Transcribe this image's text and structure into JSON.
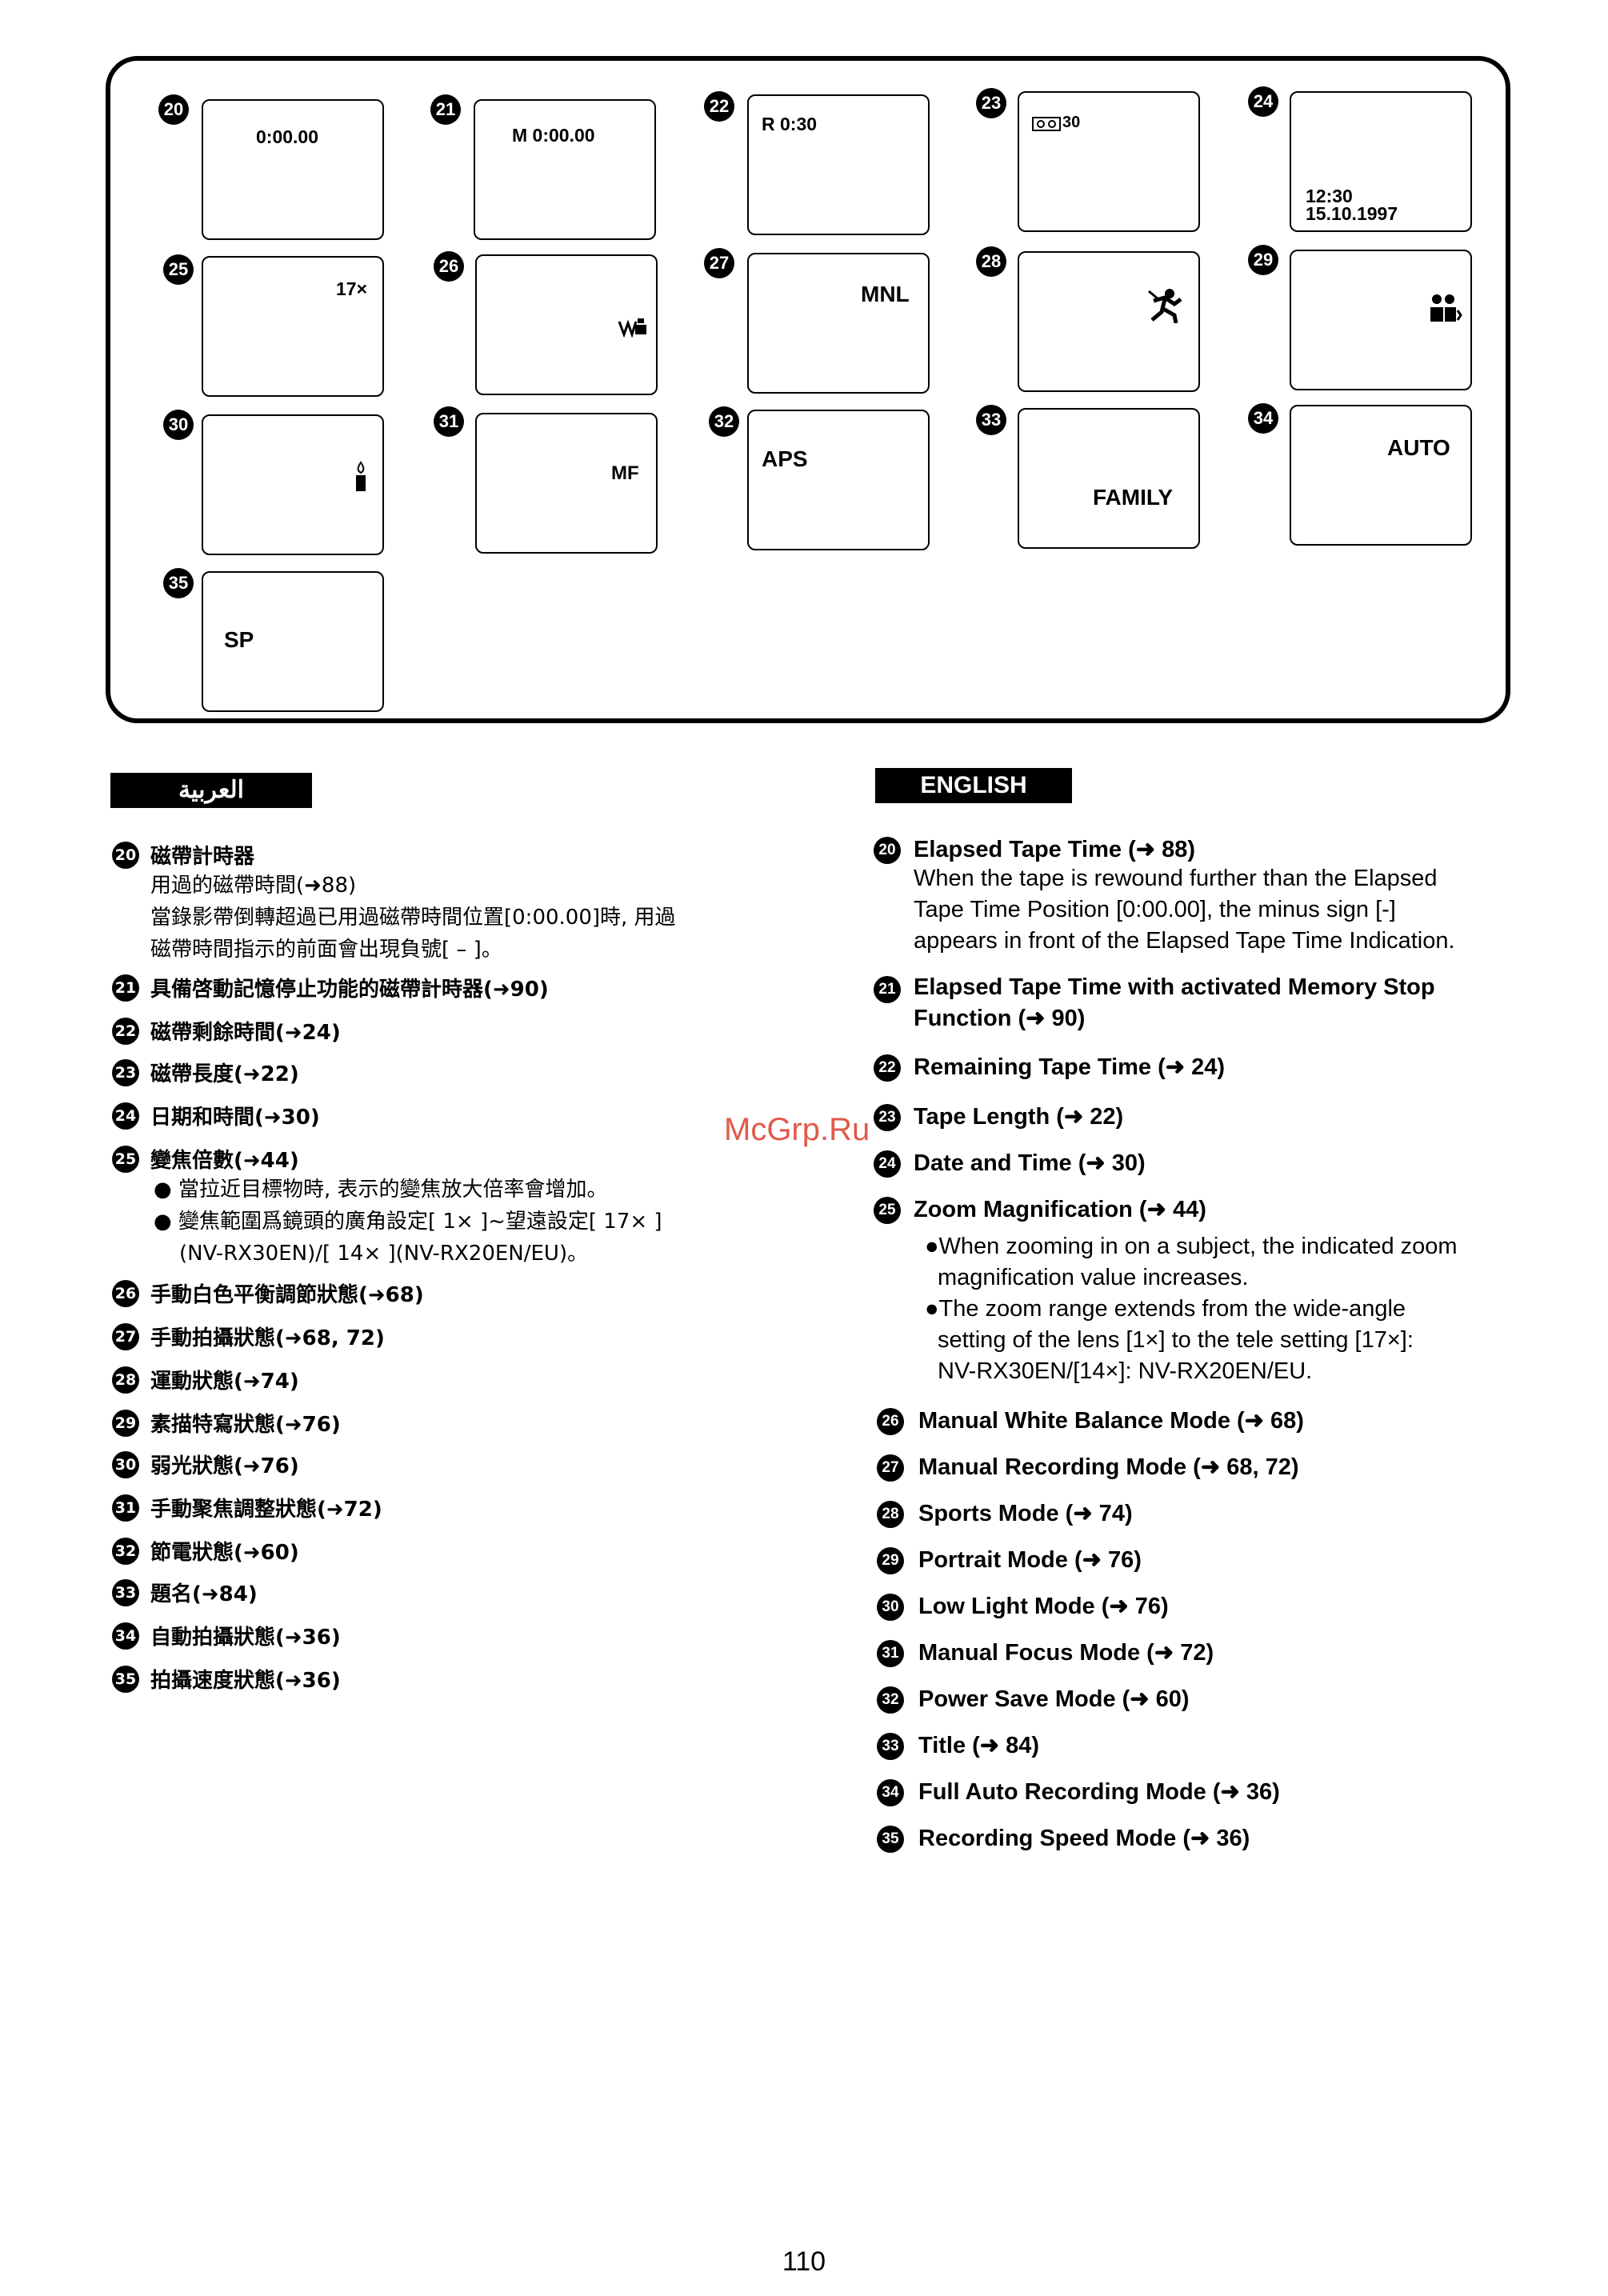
{
  "screens": [
    {
      "n": "20",
      "text": "0:00.00"
    },
    {
      "n": "21",
      "text": "M  0:00.00"
    },
    {
      "n": "22",
      "text": "R  0:30"
    },
    {
      "n": "23",
      "text": "30",
      "icon": "tape-icon"
    },
    {
      "n": "24",
      "time": "12:30",
      "date": "15.10.1997"
    },
    {
      "n": "25",
      "text": "17×"
    },
    {
      "n": "26",
      "icon": "white-balance-icon"
    },
    {
      "n": "27",
      "text": "MNL"
    },
    {
      "n": "28",
      "icon": "sports-mode-icon"
    },
    {
      "n": "29",
      "icon": "portrait-mode-icon"
    },
    {
      "n": "30",
      "icon": "low-light-icon"
    },
    {
      "n": "31",
      "text": "MF"
    },
    {
      "n": "32",
      "text": "APS"
    },
    {
      "n": "33",
      "text": "FAMILY"
    },
    {
      "n": "34",
      "text": "AUTO"
    },
    {
      "n": "35",
      "text": "SP"
    }
  ],
  "arabic_header": "العربية",
  "english_header": "ENGLISH",
  "zh": [
    {
      "n": "20",
      "title": "磁帶計時器",
      "lines": [
        "用過的磁帶時間(➜88)",
        "當錄影帶倒轉超過已用過磁帶時間位置[0:00.00]時, 用過",
        "磁帶時間指示的前面會出現負號[ – ]。"
      ]
    },
    {
      "n": "21",
      "title": "具備啓動記憶停止功能的磁帶計時器(➜90)"
    },
    {
      "n": "22",
      "title": "磁帶剩餘時間(➜24)"
    },
    {
      "n": "23",
      "title": "磁帶長度(➜22)"
    },
    {
      "n": "24",
      "title": "日期和時間(➜30)"
    },
    {
      "n": "25",
      "title": "變焦倍數(➜44)",
      "lines": [
        "● 當拉近目標物時, 表示的變焦放大倍率會增加。",
        "● 變焦範圍爲鏡頭的廣角設定[ 1× ]~望遠設定[ 17× ]",
        "(NV-RX30EN)/[ 14× ](NV-RX20EN/EU)。"
      ]
    },
    {
      "n": "26",
      "title": "手動白色平衡調節狀態(➜68)"
    },
    {
      "n": "27",
      "title": "手動拍攝狀態(➜68, 72)"
    },
    {
      "n": "28",
      "title": "運動狀態(➜74)"
    },
    {
      "n": "29",
      "title": "素描特寫狀態(➜76)"
    },
    {
      "n": "30",
      "title": "弱光狀態(➜76)"
    },
    {
      "n": "31",
      "title": "手動聚焦調整狀態(➜72)"
    },
    {
      "n": "32",
      "title": "節電狀態(➜60)"
    },
    {
      "n": "33",
      "title": "題名(➜84)"
    },
    {
      "n": "34",
      "title": "自動拍攝狀態(➜36)"
    },
    {
      "n": "35",
      "title": "拍攝速度狀態(➜36)"
    }
  ],
  "en": [
    {
      "n": "20",
      "title": "Elapsed Tape Time (➜ 88)",
      "lines": [
        "When the tape is rewound further than the Elapsed",
        "Tape Time Position [0:00.00], the minus sign [-]",
        "appears in front of the Elapsed Tape Time Indication."
      ]
    },
    {
      "n": "21",
      "title": "Elapsed Tape Time with activated Memory Stop",
      "title2": "Function (➜ 90)"
    },
    {
      "n": "22",
      "title": "Remaining Tape Time (➜ 24)"
    },
    {
      "n": "23",
      "title": "Tape Length (➜ 22)"
    },
    {
      "n": "24",
      "title": "Date and Time (➜ 30)"
    },
    {
      "n": "25",
      "title": "Zoom Magnification (➜ 44)",
      "lines": [
        "●When zooming in on a subject, the indicated zoom",
        "magnification value increases.",
        "●The zoom range extends from the wide-angle",
        "setting of the lens [1×] to the tele setting [17×]:",
        "NV-RX30EN/[14×]: NV-RX20EN/EU."
      ]
    },
    {
      "n": "26",
      "title": "Manual White Balance Mode (➜ 68)"
    },
    {
      "n": "27",
      "title": "Manual Recording Mode (➜ 68, 72)"
    },
    {
      "n": "28",
      "title": "Sports Mode (➜ 74)"
    },
    {
      "n": "29",
      "title": "Portrait Mode (➜ 76)"
    },
    {
      "n": "30",
      "title": "Low Light Mode (➜ 76)"
    },
    {
      "n": "31",
      "title": "Manual Focus Mode (➜ 72)"
    },
    {
      "n": "32",
      "title": "Power Save Mode (➜ 60)"
    },
    {
      "n": "33",
      "title": "Title (➜ 84)"
    },
    {
      "n": "34",
      "title": "Full Auto Recording Mode (➜ 36)"
    },
    {
      "n": "35",
      "title": "Recording Speed Mode (➜ 36)"
    }
  ],
  "watermark": "McGrp.Ru",
  "page_number": "110"
}
